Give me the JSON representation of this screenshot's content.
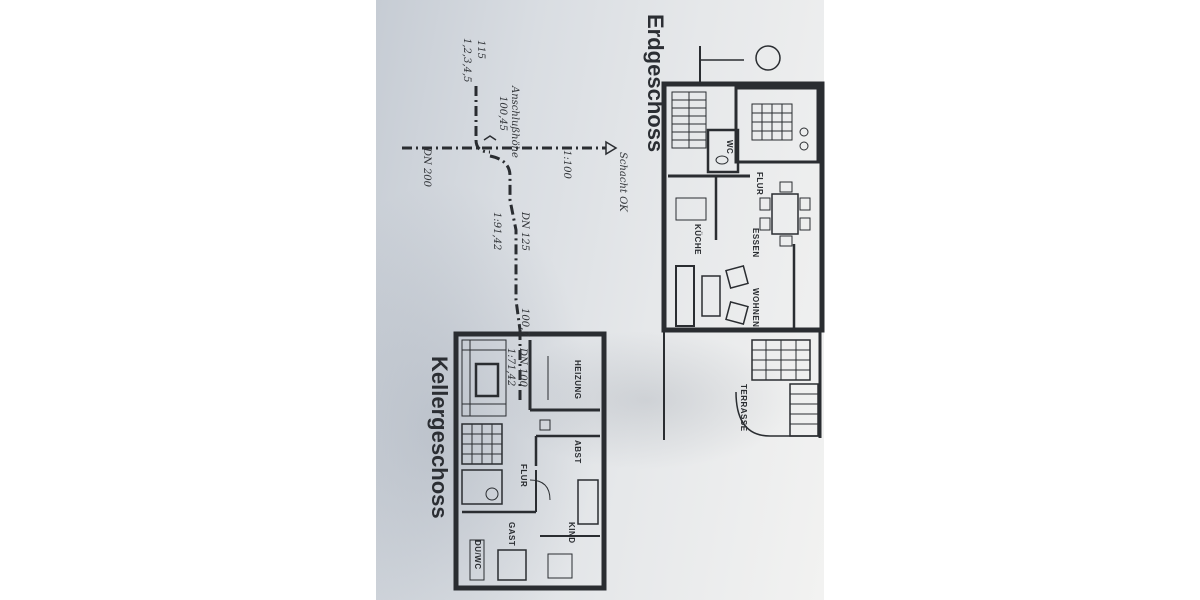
{
  "plans": {
    "ground_floor_title": "Erdgeschoss",
    "basement_title": "Kellergeschoss"
  },
  "ground_floor_rooms": {
    "essen": "ESSEN",
    "wohnen": "WOHNEN",
    "terrasse": "TERRASSE",
    "wc": "WC",
    "flur": "FLUR",
    "kueche": "KÜCHE"
  },
  "basement_rooms": {
    "heizung": "HEIZUNG",
    "abst": "ABST",
    "flur": "FLUR",
    "gast": "GAST",
    "kind": "KIND",
    "dusche": "DU/WC"
  },
  "drainage_notes": {
    "dn200": "DN 200",
    "slope_main": "1:100",
    "schacht": "Schacht OK",
    "anschluss": "Anschlußhöhe",
    "anschluss_level": "100,45",
    "dn125": "DN 125",
    "slope_branch": "1:91,42",
    "levels_top": "115",
    "levels_mid": "1,2,3,4,5",
    "dn100": "DN 100",
    "slope_basement": "1:71,42",
    "level_basement": "100,7"
  },
  "colors": {
    "ink": "#2a2d31",
    "paper": "#e4e7ea"
  }
}
